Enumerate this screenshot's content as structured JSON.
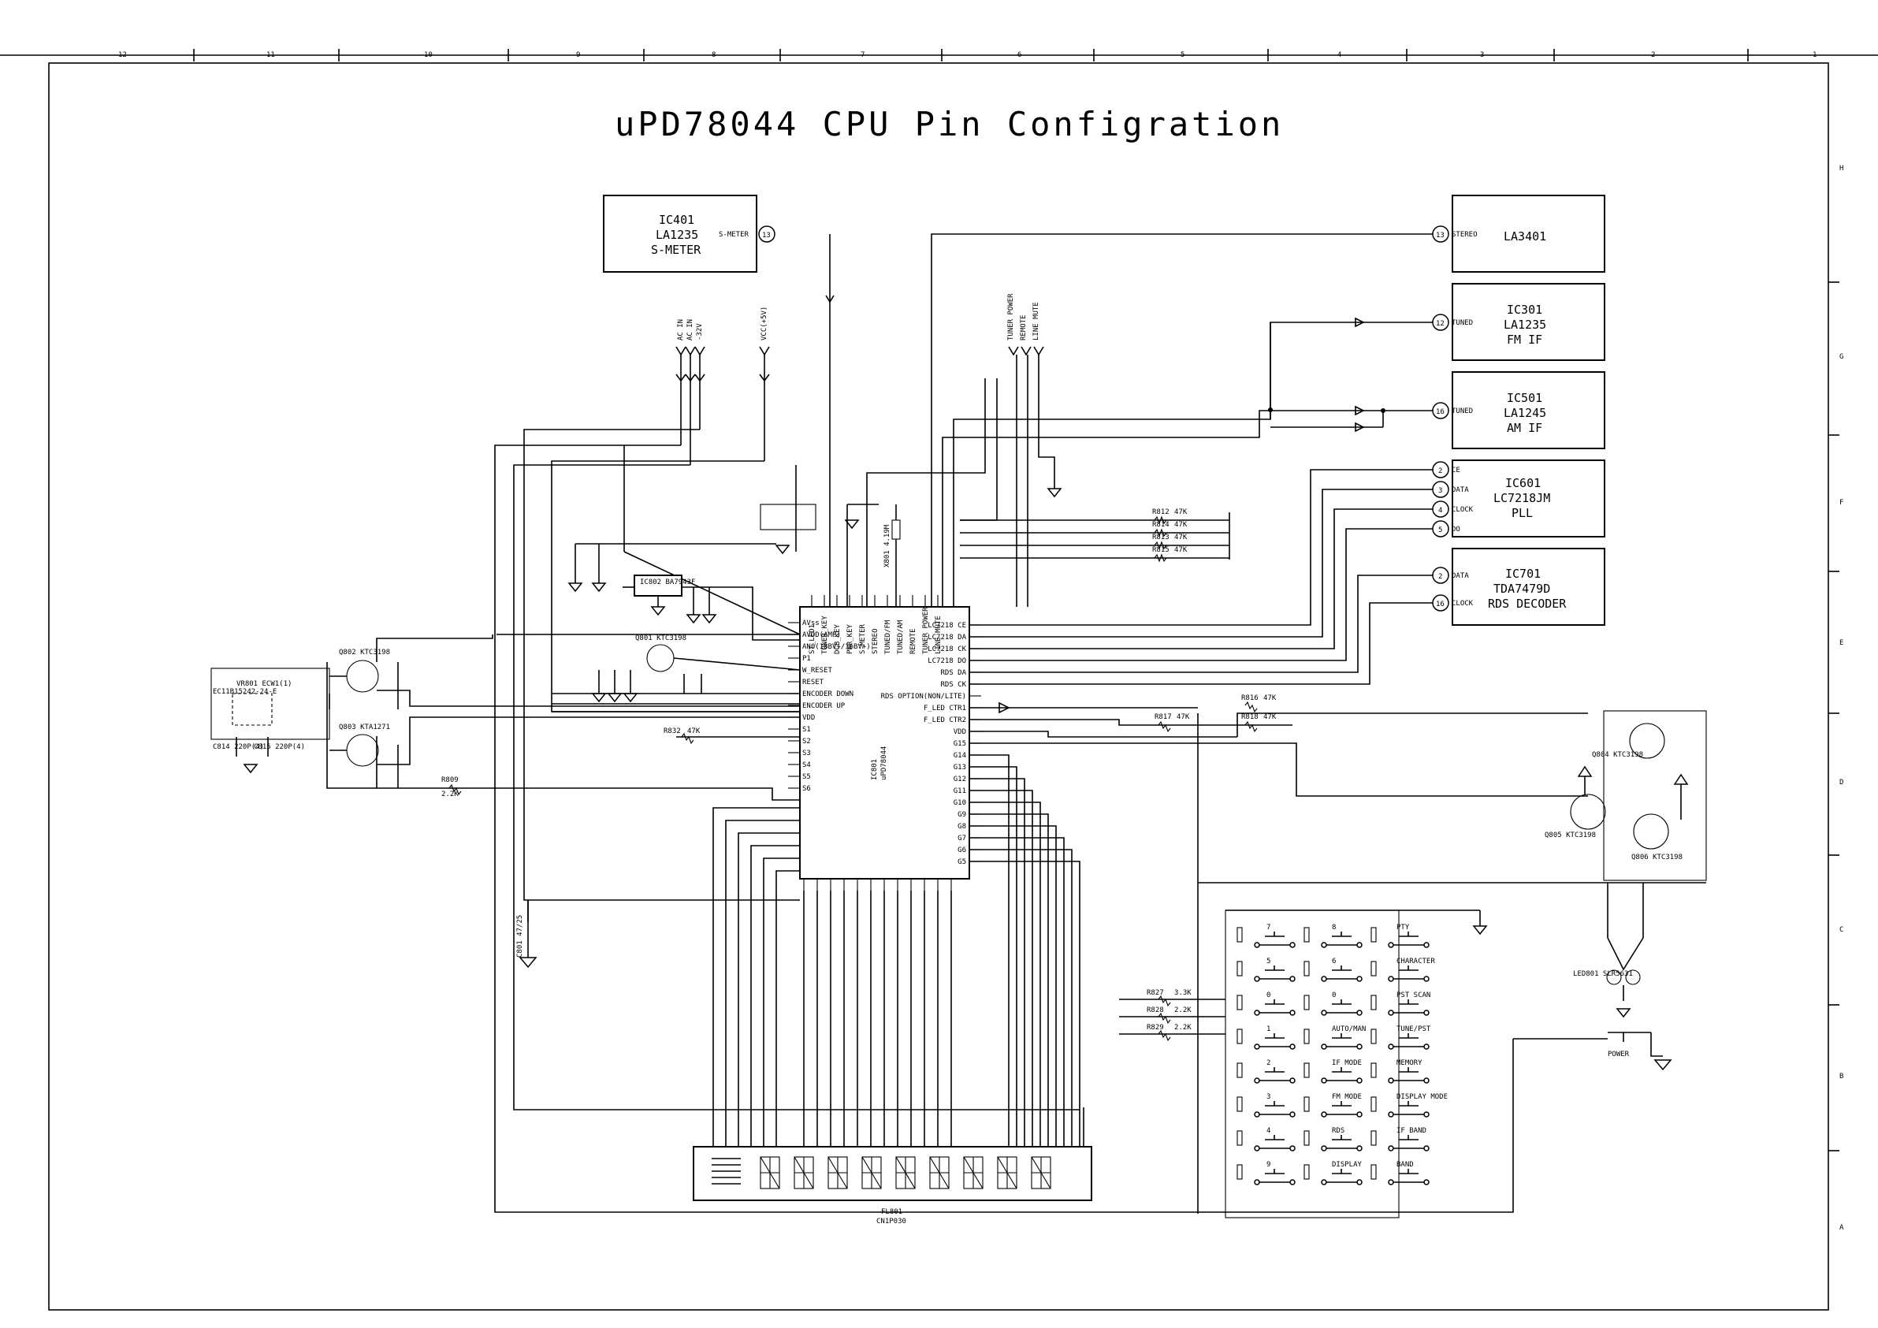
{
  "title": "uPD78044 CPU Pin Configration",
  "border": {
    "top_zones": [
      "12",
      "11",
      "10",
      "9",
      "8",
      "7",
      "6",
      "5",
      "4",
      "3",
      "2",
      "1"
    ],
    "right_zones": [
      "H",
      "G",
      "F",
      "E",
      "D",
      "C",
      "B",
      "A"
    ]
  },
  "blocks": [
    {
      "id": "ic401",
      "lines": [
        "IC401",
        "LA1235",
        "S-METER"
      ],
      "pin": "13",
      "signal": "S-METER"
    },
    {
      "id": "la3401",
      "lines": [
        "LA3401"
      ],
      "pin": "13",
      "signal": "STEREO"
    },
    {
      "id": "ic301",
      "lines": [
        "IC301",
        "LA1235",
        "FM IF"
      ],
      "pin": "12",
      "signal": "TUNED"
    },
    {
      "id": "ic501",
      "lines": [
        "IC501",
        "LA1245",
        "AM IF"
      ],
      "pin": "16",
      "signal": "TUNED"
    },
    {
      "id": "ic601",
      "lines": [
        "IC601",
        "LC7218JM",
        "PLL"
      ],
      "pins": [
        {
          "pin": "2",
          "signal": "CE"
        },
        {
          "pin": "3",
          "signal": "DATA"
        },
        {
          "pin": "4",
          "signal": "CLOCK"
        },
        {
          "pin": "5",
          "signal": "DO"
        }
      ]
    },
    {
      "id": "ic701",
      "lines": [
        "IC701",
        "TDA7479D",
        "RDS DECODER"
      ],
      "pins": [
        {
          "pin": "2",
          "signal": "DATA"
        },
        {
          "pin": "16",
          "signal": "CLOCK"
        }
      ]
    }
  ],
  "power_labels": [
    "AC IN",
    "AC IN",
    "-32V",
    "VCC(+5V)",
    "TUNER POWER",
    "REMOTE",
    "LINE MUTE"
  ],
  "cpu": {
    "ref": "IC801",
    "part": "uPD78044",
    "left_pins": [
      "AVss",
      "AVDD(AMP)",
      "AN0(18BV+/16BV+)",
      "P1",
      "W_RESET",
      "RESET",
      "ENCODER DOWN",
      "ENCODER UP",
      "VDD",
      "S1",
      "S2",
      "S3",
      "S4",
      "S5",
      "S6"
    ],
    "right_pins": [
      "LC7218 CE",
      "LC7218 DA",
      "LC7218 CK",
      "LC7218 DO",
      "RDS DA",
      "RDS CK",
      "RDS OPTION(NON/LITE)",
      "F_LED CTR1",
      "F_LED CTR2",
      "VDD",
      "G15",
      "G14",
      "G13",
      "G12",
      "G11",
      "G10",
      "G9",
      "G8",
      "G7",
      "G6",
      "G5"
    ],
    "top_pins": [
      "ST_LED1",
      "TUNER_KEY",
      "DCB_KEY",
      "PWR_KEY",
      "S-METER",
      "STEREO",
      "TUNED/FM",
      "TUNED/AM",
      "REMOTE",
      "TUNER POWER",
      "LINE MUTE"
    ]
  },
  "parts": {
    "ic802": "IC802 BA7943F",
    "q801": "Q801 KTC3198",
    "q802": "Q802 KTC3198",
    "q803": "Q803 KTA1271",
    "q804": "Q804 KTC3198",
    "q805": "Q805 KTC3198",
    "q806": "Q806 KTC3198",
    "vr801": "VR801 ECW1(1)",
    "vr801_note": "EC11B15242-24-E",
    "c814": "C814 220P(4)",
    "c815": "C815 220P(4)",
    "c801": "C801 47/25",
    "x801": "X801 4.19M",
    "fl801": "FL801",
    "fl801_part": "CN1P030",
    "led801": "LED801 SLR5631",
    "power_key": "POWER"
  },
  "resistors": [
    {
      "ref": "R812",
      "val": "47K"
    },
    {
      "ref": "R814",
      "val": "47K"
    },
    {
      "ref": "R813",
      "val": "47K"
    },
    {
      "ref": "R815",
      "val": "47K"
    },
    {
      "ref": "R816",
      "val": "47K"
    },
    {
      "ref": "R817",
      "val": "47K"
    },
    {
      "ref": "R818",
      "val": "47K"
    },
    {
      "ref": "R827",
      "val": "3.3K"
    },
    {
      "ref": "R828",
      "val": "2.2K"
    },
    {
      "ref": "R829",
      "val": "2.2K"
    },
    {
      "ref": "R832",
      "val": "47K"
    },
    {
      "ref": "R809",
      "val": "2.2K"
    }
  ],
  "keys": {
    "col1": [
      "7",
      "5",
      "0",
      "1",
      "2",
      "3",
      "4",
      "9"
    ],
    "col2": [
      "8",
      "6",
      "0",
      "AUTO/MAN",
      "IF MODE",
      "FM MODE",
      "RDS",
      "DISPLAY"
    ],
    "col3": [
      "PTY",
      "CHARACTER",
      "PST SCAN",
      "TUNE/PST",
      "MEMORY",
      "DISPLAY MODE",
      "IF BAND",
      "BAND"
    ]
  },
  "display": {
    "digits": 9
  }
}
